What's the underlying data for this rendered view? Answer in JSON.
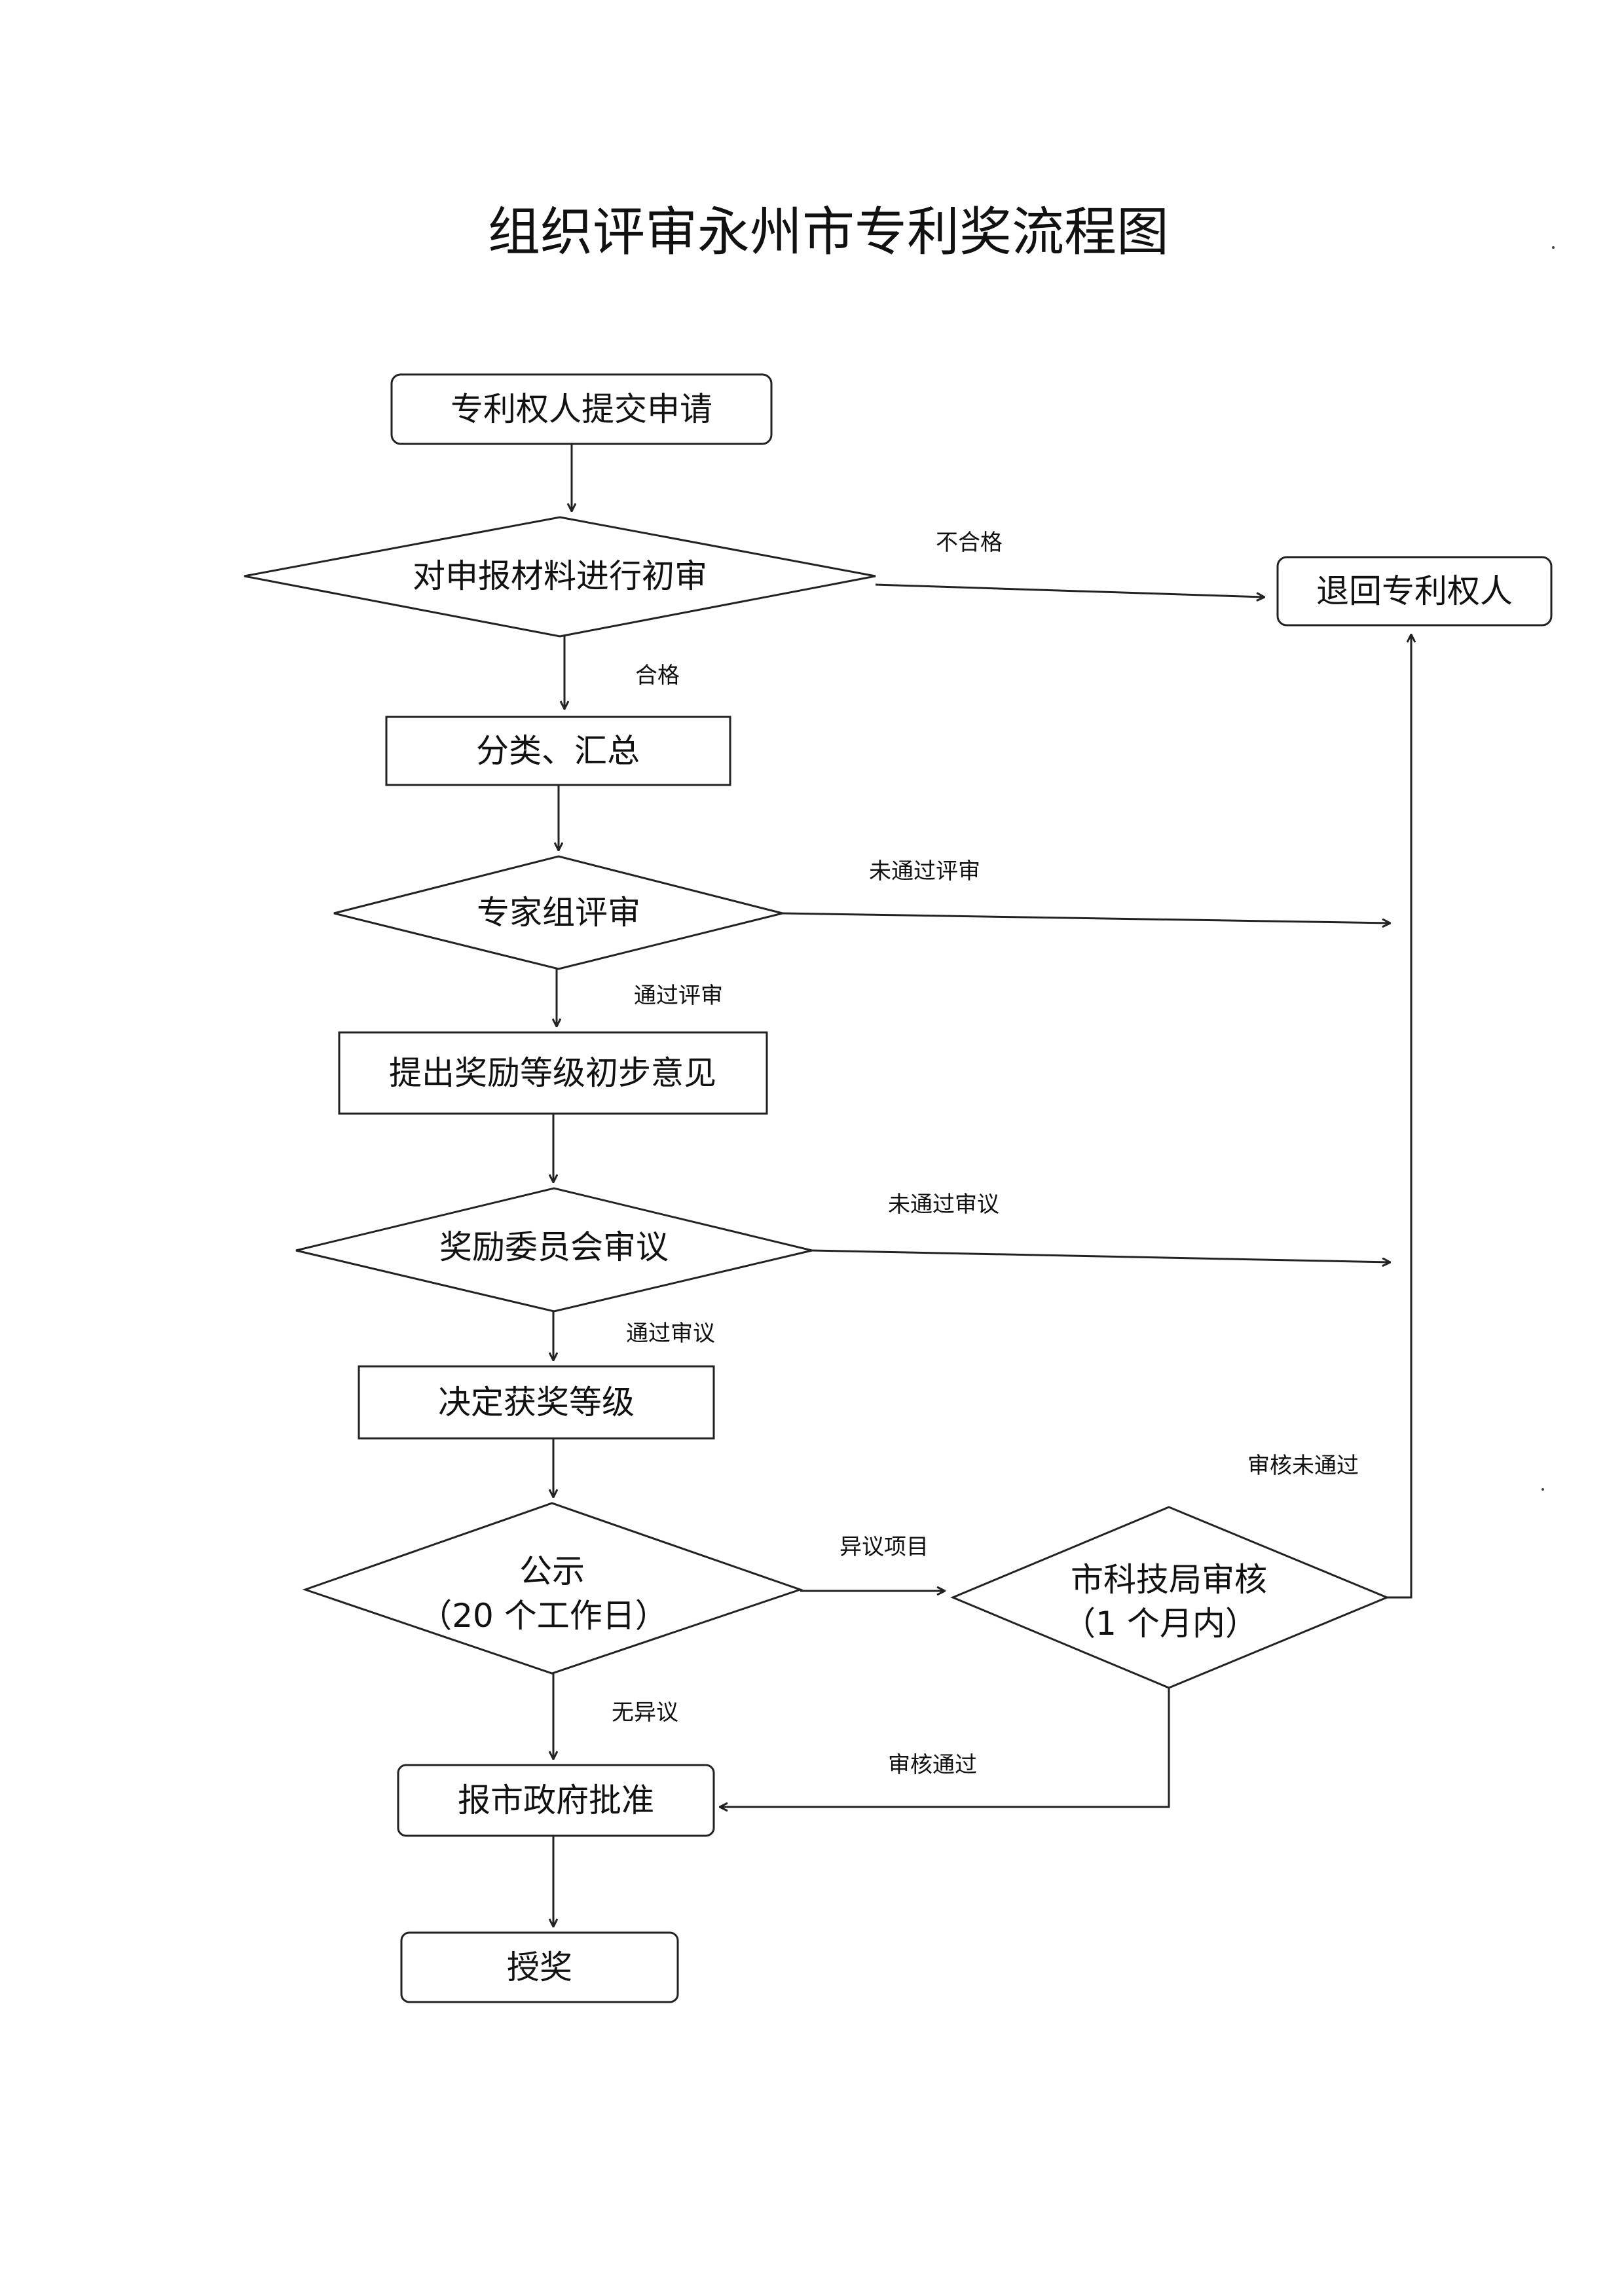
{
  "title": "组织评审永州市专利奖流程图",
  "nodes": {
    "submit": "专利权人提交申请",
    "initial_review": "对申报材料进行初审",
    "return": "退回专利权人",
    "classify": "分类、汇总",
    "expert_review": "专家组评审",
    "propose_level": "提出奖励等级初步意见",
    "committee_review": "奖励委员会审议",
    "decide_level": "决定获奖等级",
    "publicity_line1": "公示",
    "publicity_line2": "（20 个工作日）",
    "bureau_review_line1": "市科技局审核",
    "bureau_review_line2": "（1 个月内）",
    "gov_approval": "报市政府批准",
    "award": "授奖"
  },
  "edges": {
    "fail_initial": "不合格",
    "pass_initial": "合格",
    "fail_expert": "未通过评审",
    "pass_expert": "通过评审",
    "fail_committee": "未通过审议",
    "pass_committee": "通过审议",
    "fail_bureau": "审核未通过",
    "objection": "异议项目",
    "no_objection": "无异议",
    "pass_bureau": "审核通过"
  }
}
